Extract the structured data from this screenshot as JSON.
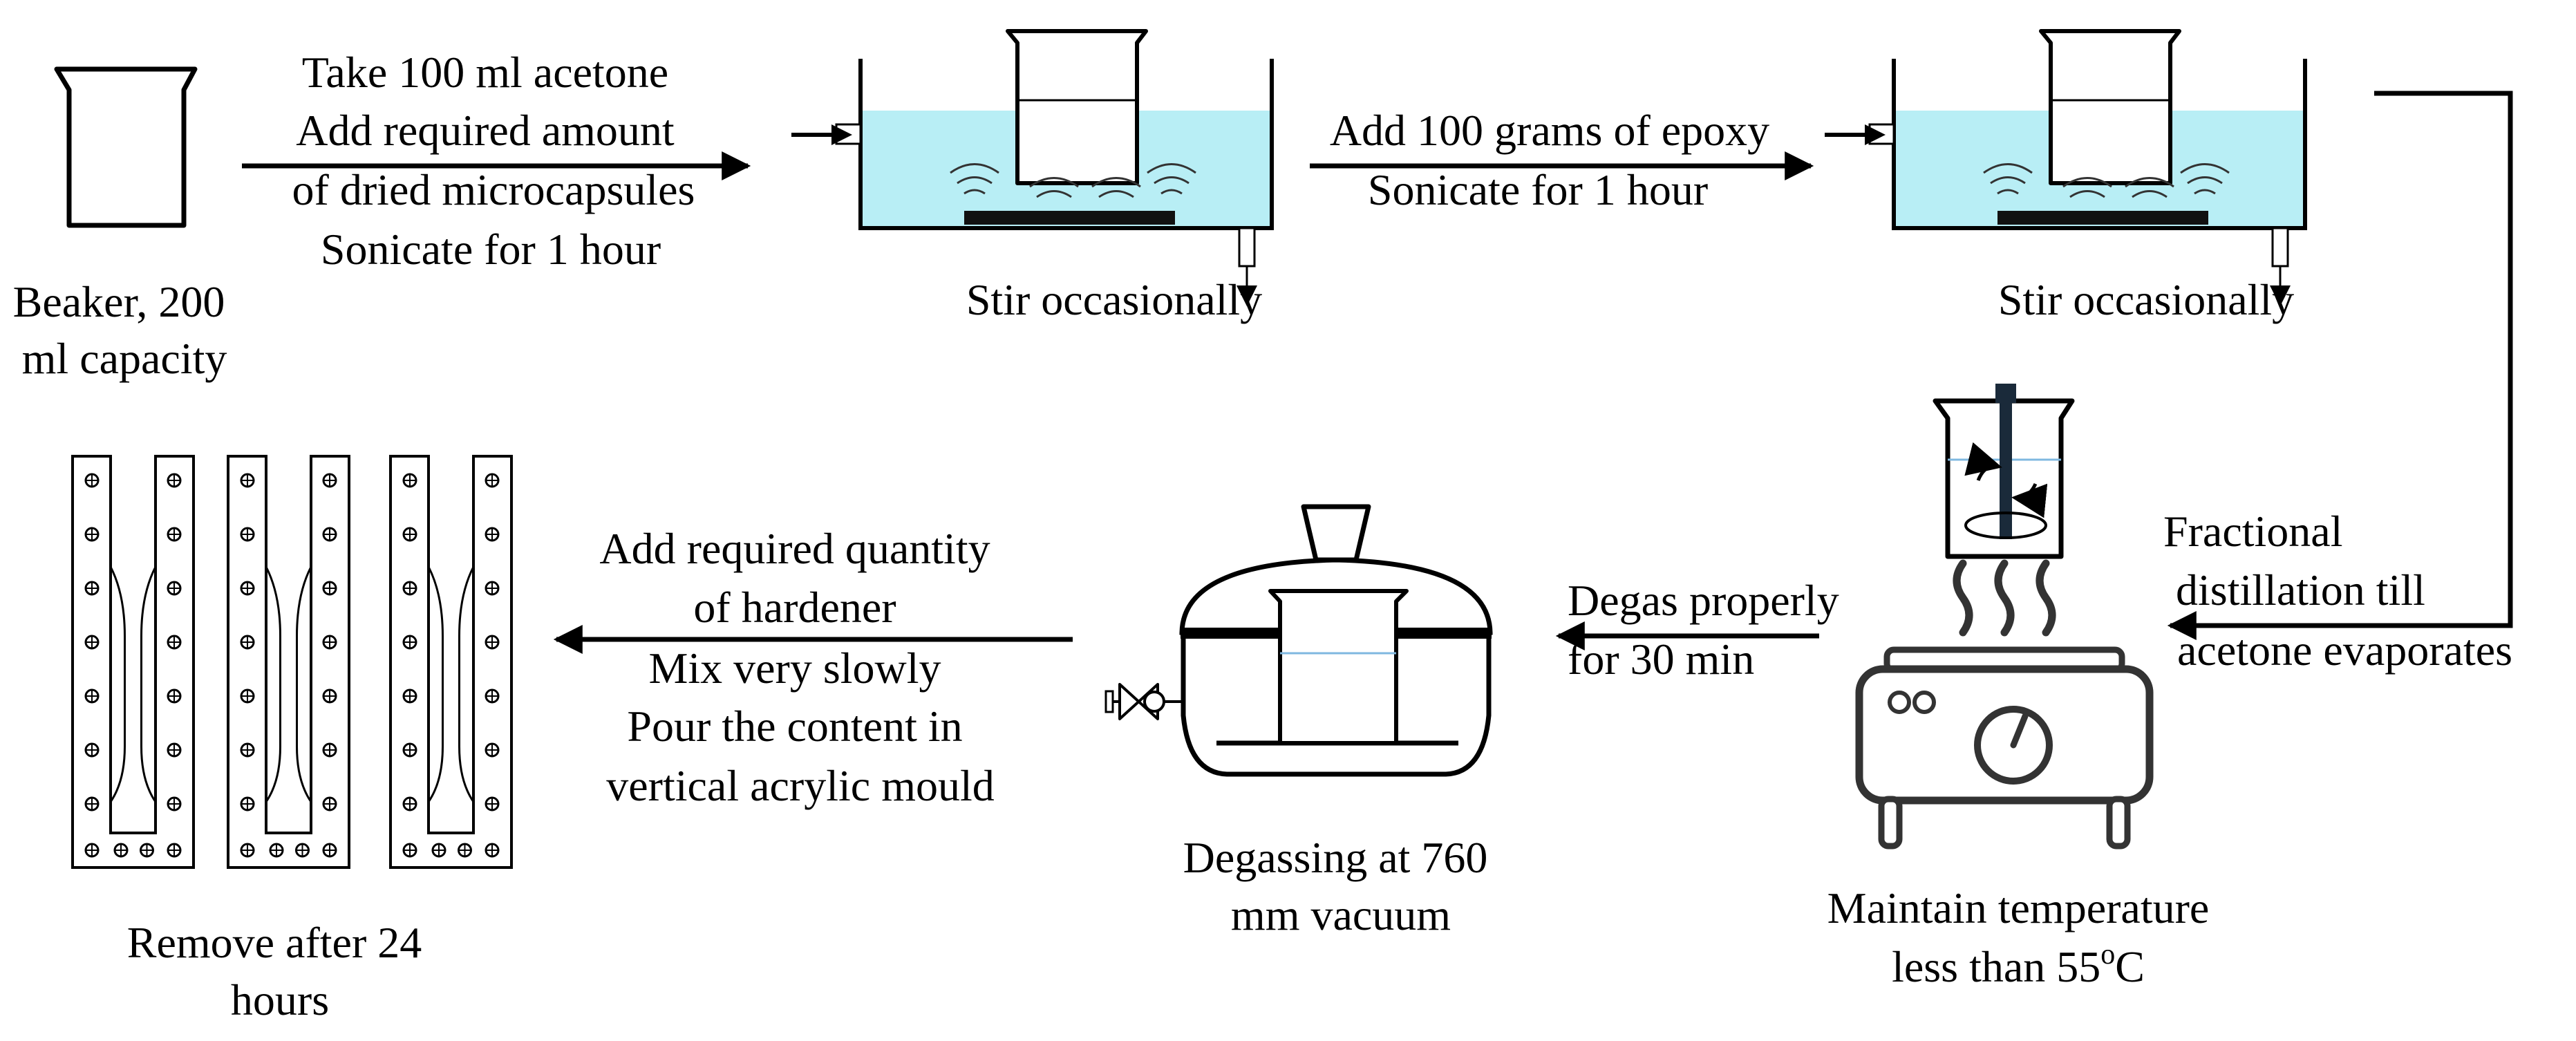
{
  "colors": {
    "water": "#b8eef5",
    "line": "#000000",
    "vacuum_line": "#7fb8e0",
    "icon_gray": "#333333"
  },
  "labels": {
    "beaker": [
      "Beaker, 200",
      "ml capacity"
    ],
    "step1": [
      "Take 100 ml acetone",
      "Add required amount",
      "of dried microcapsules",
      "Sonicate for 1 hour"
    ],
    "stir1": "Stir occasionally",
    "step2": [
      "Add 100 grams of epoxy",
      "Sonicate for 1 hour"
    ],
    "stir2": "Stir occasionally",
    "distill": [
      "Fractional",
      "distillation till",
      "acetone evaporates"
    ],
    "hotplate": {
      "line1": "Maintain temperature",
      "line2_pre": "less than 55",
      "sup": "o",
      "line2_post": "C"
    },
    "degas_step": [
      "Degas properly",
      "for 30 min"
    ],
    "degassing": [
      "Degassing at 760",
      "mm vacuum"
    ],
    "hardener_step": [
      "Add required quantity",
      "of hardener",
      "Mix very slowly",
      "Pour the content in",
      "vertical acrylic mould"
    ],
    "remove": [
      "Remove after 24",
      "hours"
    ]
  },
  "icons": [
    "beaker-icon",
    "ultrasonic-bath-icon",
    "hot-plate-stirrer-icon",
    "vacuum-chamber-icon",
    "acrylic-mould-icon"
  ]
}
